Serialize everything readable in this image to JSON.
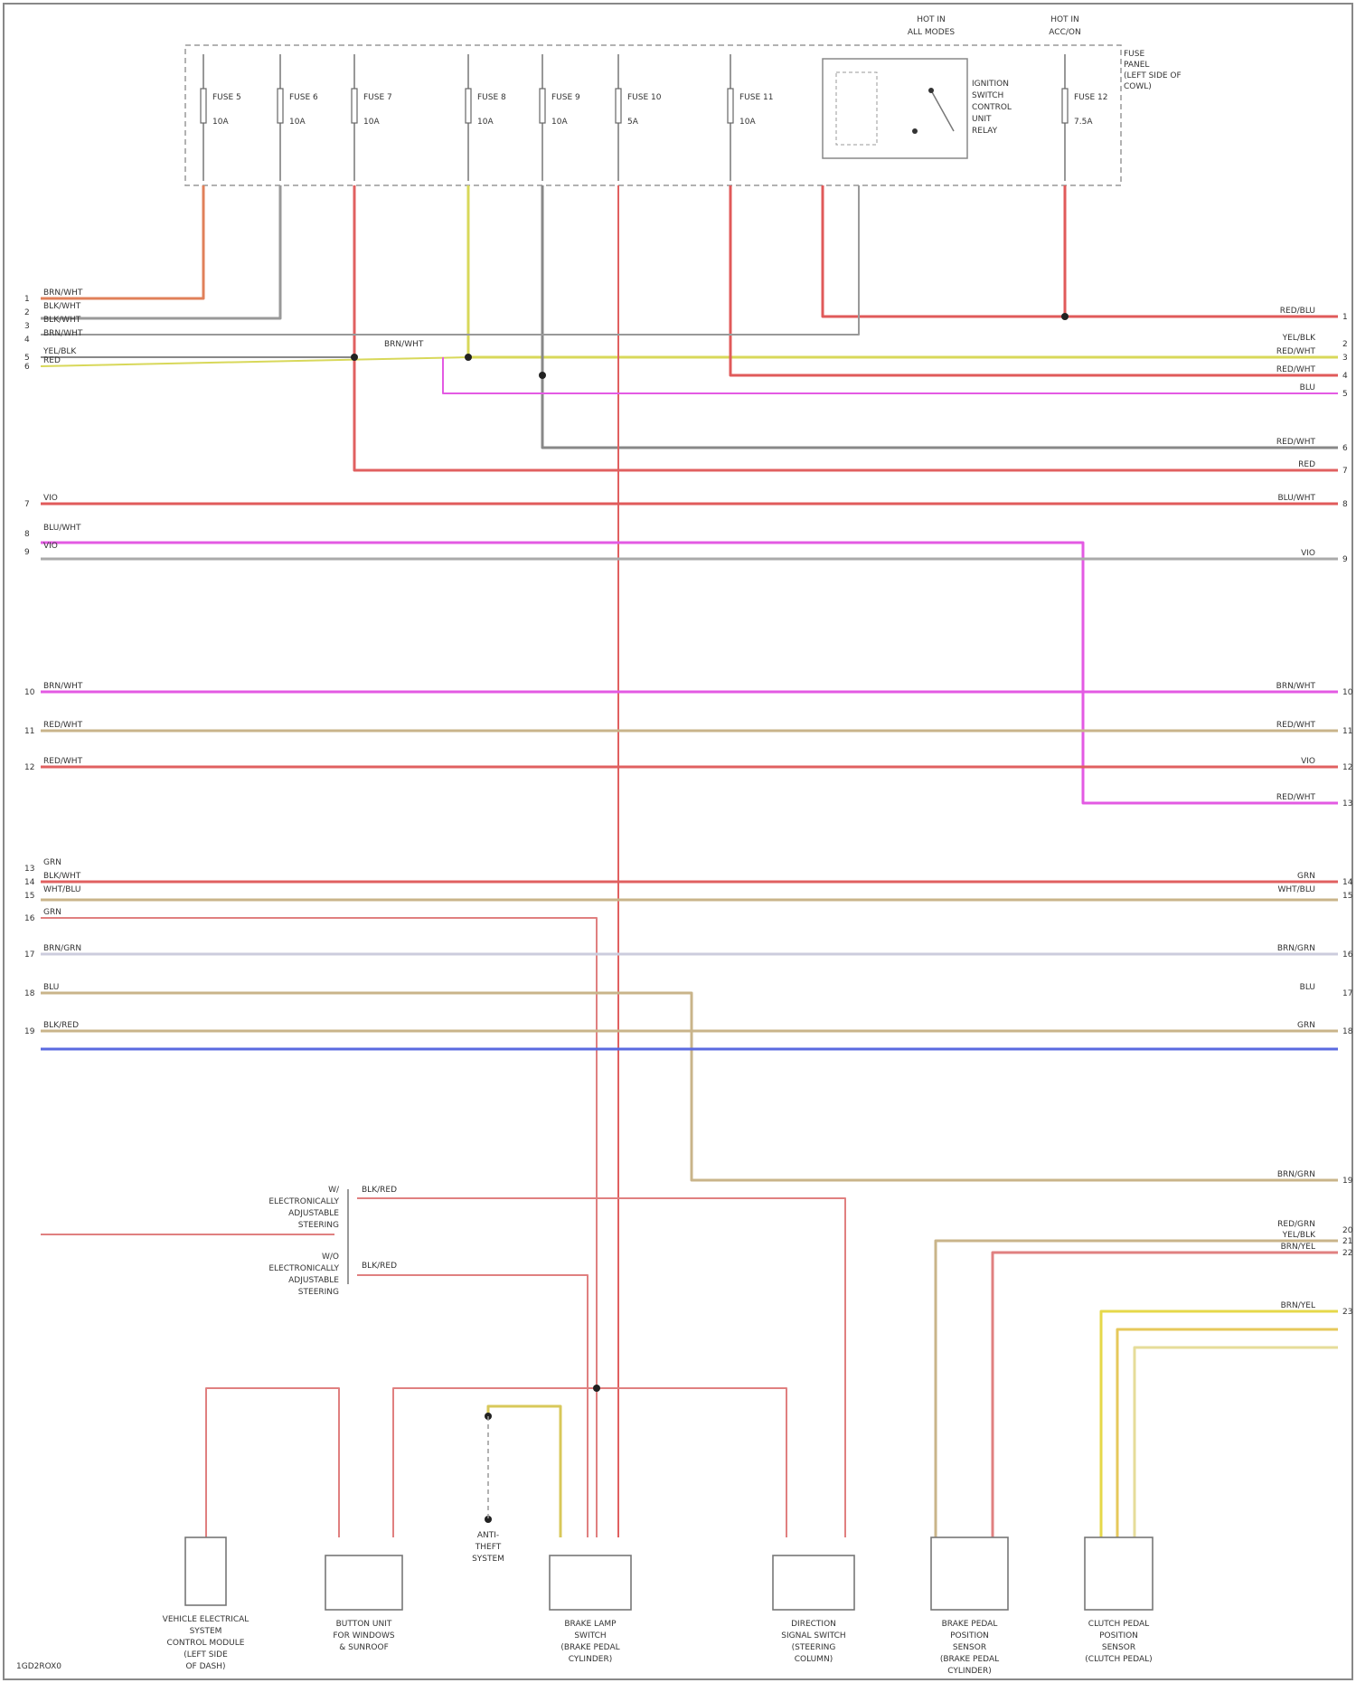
{
  "title_upper_left": "",
  "fuse_box": {
    "caption": [
      "FUSE",
      "PANEL",
      "(LEFT SIDE OF",
      "COWL)"
    ],
    "fuses": [
      {
        "name": "FUSE 5",
        "amps": "10A"
      },
      {
        "name": "FUSE 6",
        "amps": "10A"
      },
      {
        "name": "FUSE 7",
        "amps": "10A"
      },
      {
        "name": "FUSE 8",
        "amps": "10A"
      },
      {
        "name": "FUSE 9",
        "amps": "10A"
      },
      {
        "name": "FUSE 10",
        "amps": "5A"
      },
      {
        "name": "FUSE 11",
        "amps": "10A"
      },
      {
        "name": "FUSE 12",
        "amps": "7.5A"
      }
    ],
    "relay_label": [
      "IGNITION",
      "SWITCH",
      "CONTROL",
      "UNIT",
      "RELAY"
    ],
    "hot_labels": [
      {
        "line1": "HOT IN",
        "line2": "ALL MODES"
      },
      {
        "line1": "HOT IN",
        "line2": "ACC/ON"
      }
    ]
  },
  "wires_left": [
    {
      "num": "1",
      "color": "BRN/WHT"
    },
    {
      "num": "2",
      "color": "BLK/WHT"
    },
    {
      "num": "3",
      "color": "BLK/WHT"
    },
    {
      "num": "4",
      "color": "BRN/WHT"
    },
    {
      "num": "5",
      "color": "YEL/BLK"
    },
    {
      "num": "6",
      "color": "RED"
    },
    {
      "num": "7",
      "color": "VIO"
    },
    {
      "num": "8",
      "color": "BLU/WHT"
    },
    {
      "num": "9",
      "color": "VIO"
    },
    {
      "num": "10",
      "color": "BRN/WHT"
    },
    {
      "num": "11",
      "color": "RED/WHT"
    },
    {
      "num": "12",
      "color": "RED/WHT"
    },
    {
      "num": "13",
      "color": "GRN"
    },
    {
      "num": "14",
      "color": "BLK/WHT"
    },
    {
      "num": "15",
      "color": "WHT/BLU"
    },
    {
      "num": "16",
      "color": "GRN"
    },
    {
      "num": "17",
      "color": "BRN/GRN"
    },
    {
      "num": "18",
      "color": "BLU"
    },
    {
      "num": "19",
      "color": "BLK/RED"
    }
  ],
  "wires_right": [
    {
      "num": "1",
      "color": "RED/BLU"
    },
    {
      "num": "2",
      "color": "YEL/BLK"
    },
    {
      "num": "3",
      "color": "RED/WHT"
    },
    {
      "num": "4",
      "color": "RED/WHT"
    },
    {
      "num": "5",
      "color": "BLU"
    },
    {
      "num": "6",
      "color": "RED/WHT"
    },
    {
      "num": "7",
      "color": "RED"
    },
    {
      "num": "8",
      "color": "BLU/WHT"
    },
    {
      "num": "9",
      "color": "VIO"
    },
    {
      "num": "10",
      "color": "BRN/WHT"
    },
    {
      "num": "11",
      "color": "RED/WHT"
    },
    {
      "num": "12",
      "color": "VIO"
    },
    {
      "num": "13",
      "color": "RED/WHT"
    },
    {
      "num": "14",
      "color": "GRN"
    },
    {
      "num": "15",
      "color": "WHT/BLU"
    },
    {
      "num": "16",
      "color": "BRN/GRN"
    },
    {
      "num": "17",
      "color": "BLU"
    },
    {
      "num": "18",
      "color": "GRN"
    },
    {
      "num": "19",
      "color": "BRN/GRN"
    },
    {
      "num": "20",
      "color": "RED/GRN"
    },
    {
      "num": "21",
      "color": "YEL/BLK"
    },
    {
      "num": "22",
      "color": "BRN/YEL"
    },
    {
      "num": "23",
      "color": "BRN/YEL"
    }
  ],
  "splice_label": "BRN/WHT",
  "option_block": {
    "top": [
      "W/",
      "ELECTRONICALLY",
      "ADJUSTABLE",
      "STEERING"
    ],
    "bottom": [
      "W/O",
      "ELECTRONICALLY",
      "ADJUSTABLE",
      "STEERING"
    ],
    "top_wire": "BLK/RED",
    "bottom_wire": "BLK/RED"
  },
  "components": [
    {
      "name": [
        "VEHICLE ELECTRICAL",
        "SYSTEM",
        "CONTROL MODULE",
        "(LEFT SIDE",
        "OF DASH)"
      ]
    },
    {
      "name": [
        "BUTTON UNIT",
        "FOR WINDOWS",
        "& SUNROOF"
      ]
    },
    {
      "name": [
        "BRAKE LAMP",
        "SWITCH",
        "(BRAKE PEDAL",
        "CYLINDER)"
      ]
    },
    {
      "name": [
        "DIRECTION",
        "SIGNAL SWITCH",
        "(STEERING",
        "COLUMN)"
      ]
    },
    {
      "name": [
        "BRAKE PEDAL",
        "POSITION",
        "SENSOR",
        "(BRAKE PEDAL",
        "CYLINDER)"
      ]
    },
    {
      "name": [
        "CLUTCH PEDAL",
        "POSITION",
        "SENSOR",
        "(CLUTCH PEDAL)"
      ]
    }
  ],
  "anti_theft_label": [
    "ANTI-",
    "THEFT",
    "SYSTEM"
  ],
  "footer": "1GD2ROX0"
}
